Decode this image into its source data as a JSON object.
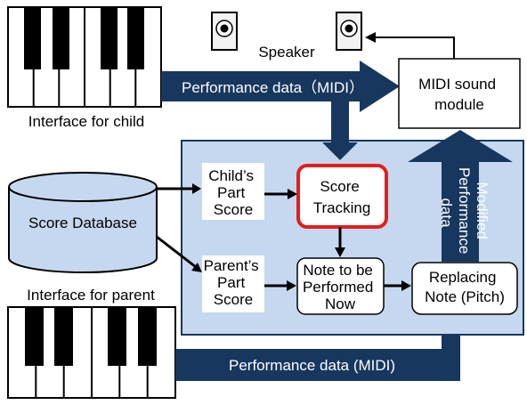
{
  "labels": {
    "speaker": "Speaker",
    "interface_child": "Interface for child",
    "interface_parent": "Interface for parent",
    "midi_module": [
      "MIDI sound",
      "module"
    ],
    "score_database": "Score Database",
    "childs_part_score": [
      "Child’s",
      "Part",
      "Score"
    ],
    "parents_part_score": [
      "Parent’s",
      "Part",
      "Score"
    ],
    "score_tracking": [
      "Score",
      "Tracking"
    ],
    "note_to_be_performed": [
      "Note to be",
      "Performed",
      "Now"
    ],
    "replacing_note": [
      "Replacing",
      "Note (Pitch)"
    ],
    "modified_performance": [
      "Modified",
      "Performance",
      "data"
    ]
  },
  "arrows": {
    "performance_data_child": "Performance data（MIDI）",
    "performance_data_parent": "Performance data (MIDI)"
  },
  "colors": {
    "navy": "#17375e",
    "panel_fill": "#c5d8ef",
    "cylinder_fill": "#c5d8ef",
    "highlight_border": "#e31e1e"
  }
}
